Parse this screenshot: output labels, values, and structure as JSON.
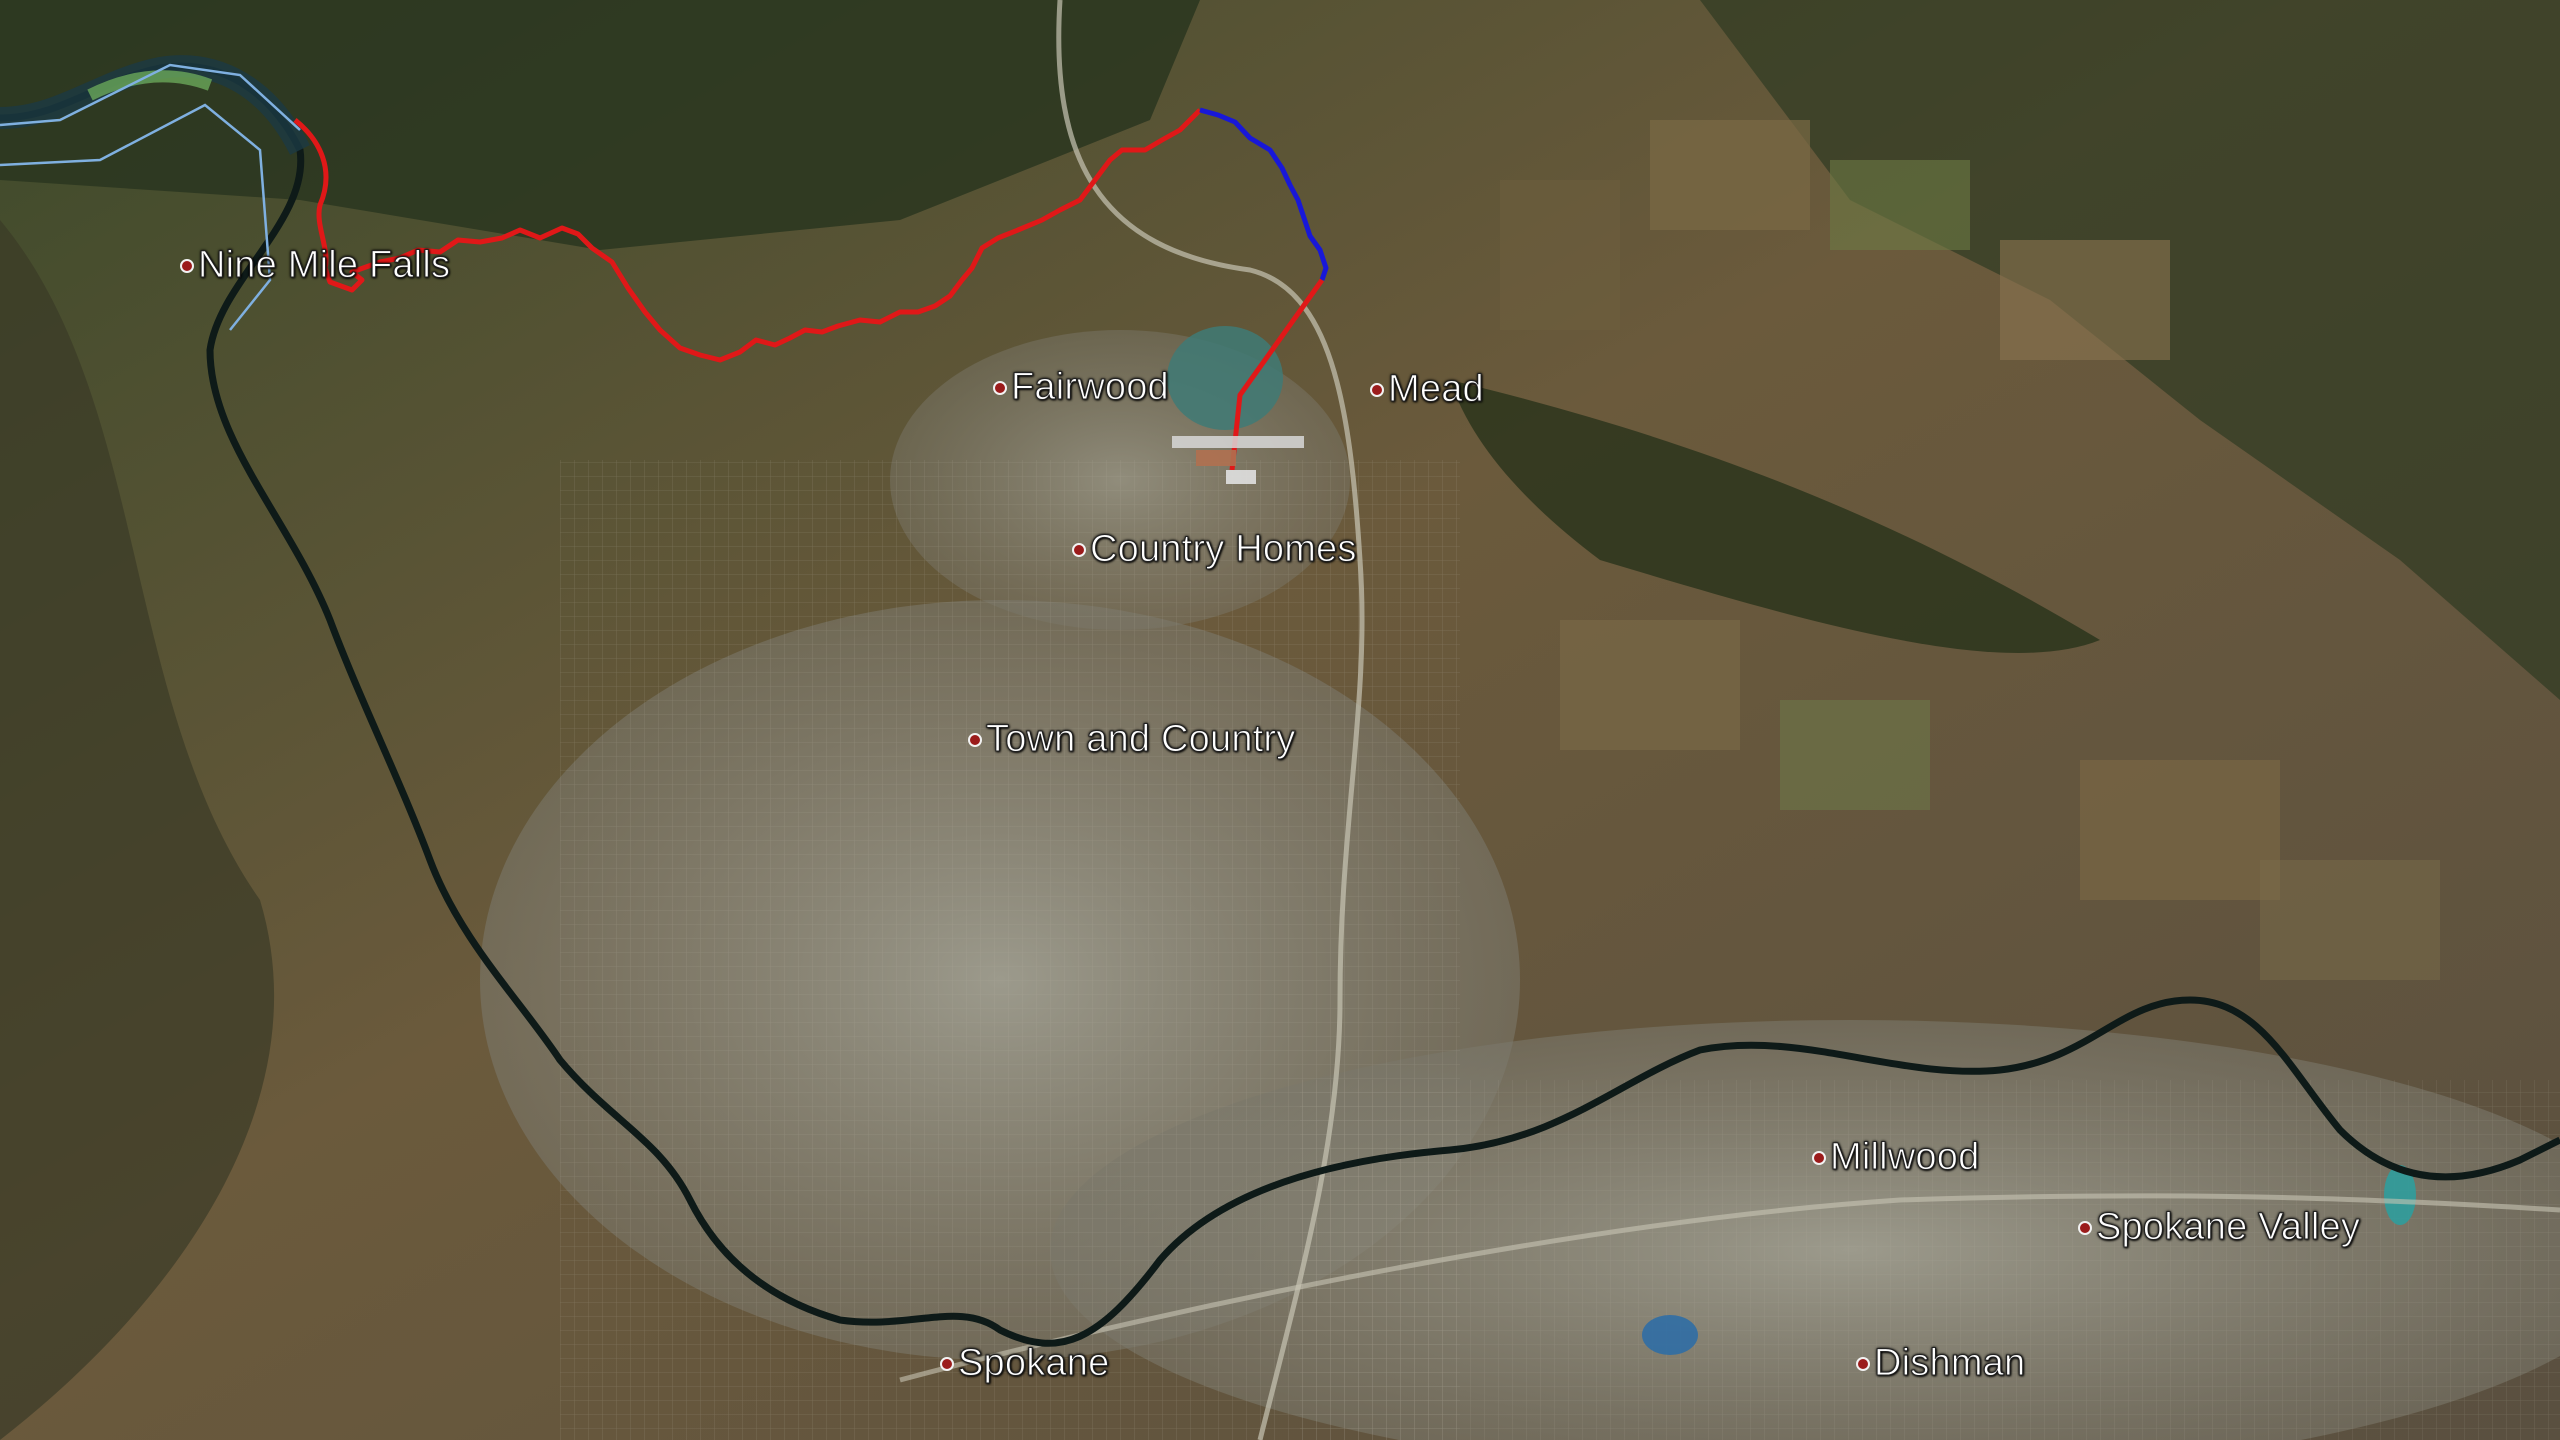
{
  "map": {
    "kind": "satellite",
    "colors": {
      "route_primary": "#e01818",
      "route_secondary": "#1818d8",
      "river": "#1a2a2a",
      "boundary": "#7fb0e0",
      "pin": "#9b1b1b",
      "label_text": "#ffffff"
    }
  },
  "places": [
    {
      "id": "nine-mile-falls",
      "name": "Nine Mile Falls"
    },
    {
      "id": "fairwood",
      "name": "Fairwood"
    },
    {
      "id": "mead",
      "name": "Mead"
    },
    {
      "id": "country-homes",
      "name": "Country Homes"
    },
    {
      "id": "town-and-country",
      "name": "Town and Country"
    },
    {
      "id": "millwood",
      "name": "Millwood"
    },
    {
      "id": "spokane-valley",
      "name": "Spokane Valley"
    },
    {
      "id": "spokane",
      "name": "Spokane"
    },
    {
      "id": "dishman",
      "name": "Dishman"
    }
  ]
}
